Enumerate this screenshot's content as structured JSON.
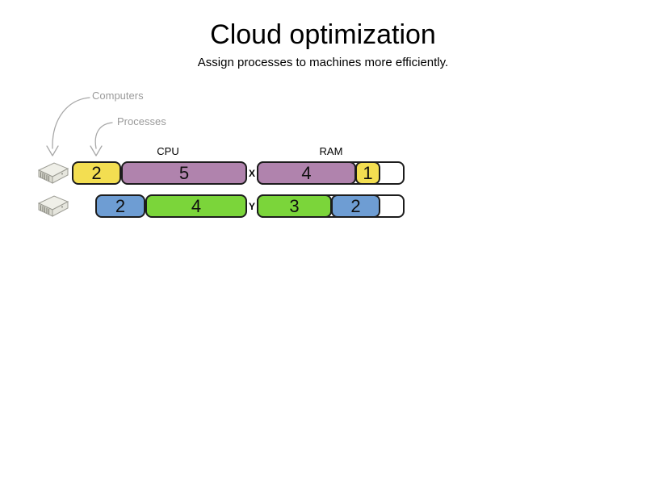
{
  "page": {
    "title": "Cloud optimization",
    "subtitle": "Assign processes to machines more efficiently."
  },
  "labels": {
    "computers": "Computers",
    "processes": "Processes",
    "cpu": "CPU",
    "ram": "RAM"
  },
  "colors": {
    "process_yellow": "#F3DE51",
    "process_purple": "#B083AD",
    "process_blue": "#6E9DD3",
    "process_green": "#7BD53A",
    "segment_border": "#1c1c1c",
    "annotation_gray": "#9a9a9a",
    "unused_capacity": "#ffffff"
  },
  "machines": [
    {
      "label": "X",
      "cpu": [
        {
          "process": "yellow",
          "value": "2"
        },
        {
          "process": "purple",
          "value": "5"
        }
      ],
      "ram": [
        {
          "process": "purple",
          "value": "4"
        },
        {
          "process": "yellow",
          "value": "1"
        }
      ]
    },
    {
      "label": "Y",
      "cpu": [
        {
          "process": "blue",
          "value": "2"
        },
        {
          "process": "green",
          "value": "4"
        }
      ],
      "ram": [
        {
          "process": "green",
          "value": "3"
        },
        {
          "process": "blue",
          "value": "2"
        }
      ]
    }
  ]
}
